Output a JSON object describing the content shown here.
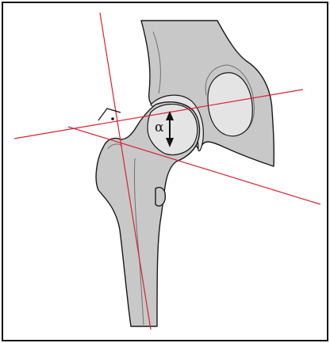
{
  "diagram": {
    "angle_label": "α",
    "colors": {
      "bone_fill": "#c8c8c8",
      "bone_outline": "#1a1a1a",
      "cartilage_fill": "#e4e4e4",
      "axis_lines": "#d8222f",
      "frame": "#111111"
    },
    "icons": [
      "right-angle-marker",
      "double-headed-arrow"
    ]
  }
}
